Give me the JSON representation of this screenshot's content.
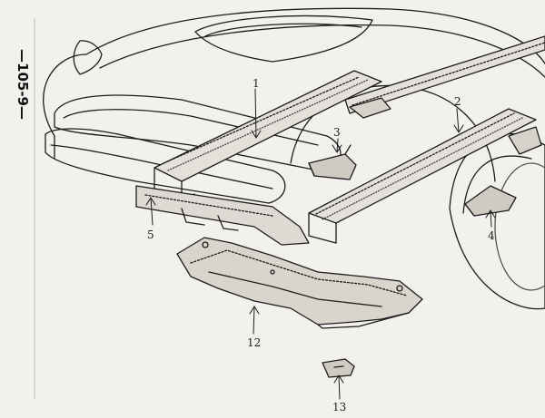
{
  "page_ref": "—105-9—",
  "callouts": {
    "c1": "1",
    "c2": "2",
    "c3": "3",
    "c4": "4",
    "c5": "5",
    "c12": "12",
    "c13": "13"
  },
  "colors": {
    "paper": "#f3f1ed",
    "ink": "#1c1c1c",
    "bleed": "#a8a8a8"
  }
}
